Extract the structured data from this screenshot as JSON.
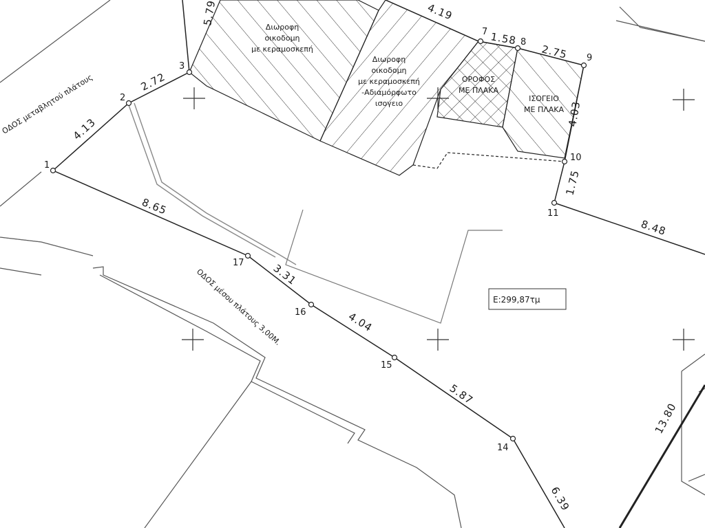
{
  "points": {
    "p1": "1",
    "p2": "2",
    "p3": "3",
    "p7": "7",
    "p8": "8",
    "p9": "9",
    "p10": "10",
    "p11": "11",
    "p14": "14",
    "p15": "15",
    "p16": "16",
    "p17": "17"
  },
  "segments": {
    "s1_2": "4.13",
    "s2_3": "2.72",
    "s_top": "5.79",
    "s_4_19": "4.19",
    "s7_8": "1.58",
    "s8_9": "2.75",
    "s9_10": "4.03",
    "s10_11": "1.75",
    "s11_e": "8.48",
    "s1_17": "8.65",
    "s17_16": "3.31",
    "s16_15": "4.04",
    "s15_14": "5.87",
    "s14_s": "6.39",
    "s_right": "13.80"
  },
  "buildings": {
    "b1": [
      "Διωροφη",
      "οικοδομη",
      "με κεραμοσκεπή"
    ],
    "b2": [
      "Διωροφη",
      "οικοδομη",
      "με κεραμοσκεπή",
      "-Αδιαμόρφωτο",
      "ισογειο"
    ],
    "b3": [
      "ΟΡΟΦΟΣ",
      "ΜΕ ΠΛΑΚΑ"
    ],
    "b4": [
      "ΙΣΟΓΕΙΟ",
      "ΜΕ ΠΛΑΚΑ"
    ]
  },
  "roads": {
    "upper": "ΟΔΟΣ  μεταβλητού πλάτους",
    "lower": "ΟΔΟΣ  μέσου πλάτους 3,00Μ."
  },
  "area_label": "E:299,87τμ"
}
